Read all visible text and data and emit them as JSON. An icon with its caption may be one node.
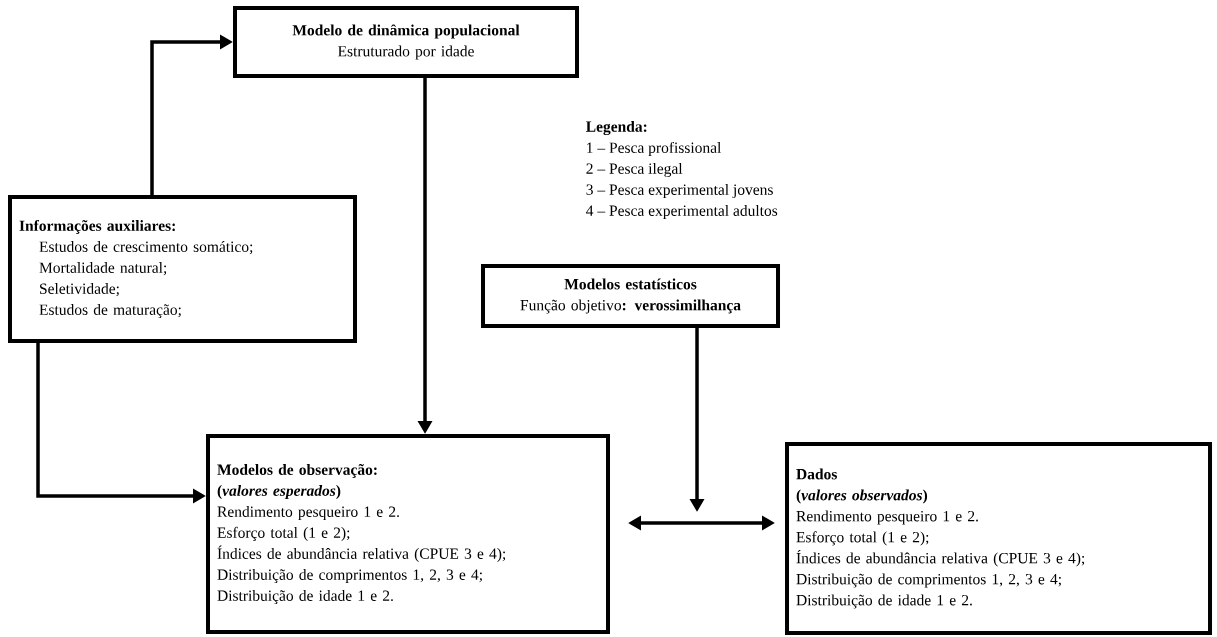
{
  "diagram": {
    "nodes": [
      {
        "text": [
          "Modelo de dinâmica populacional",
          "Estruturado por idade"
        ]
      },
      {
        "text": [
          "Informações auxiliares:",
          "Estudos de crescimento somático;",
          "Mortalidade natural;",
          "Seletividade;",
          "Estudos de maturação;"
        ]
      },
      {
        "text": [
          "Modelos estatísticos",
          "Função objetivo**: verossimilhança**"
        ]
      },
      {
        "text": [
          "Modelos de observação:",
          "(*valores esperados*)",
          "Rendimento pesqueiro 1 e 2.",
          "Esforço total (1 e 2);",
          "Índices de abundância relativa (CPUE 3 e 4);",
          "Distribuição de comprimentos 1, 2, 3 e 4;",
          "Distribuição de idade 1 e 2."
        ]
      },
      {
        "text": [
          "Dados",
          "(*valores observados*)",
          "Rendimento pesqueiro 1 e 2.",
          "Esforço total (1 e 2);",
          "Índices de abundância relativa (CPUE 3 e 4);",
          "Distribuição de comprimentos 1, 2, 3 e 4;",
          "Distribuição de idade 1 e 2."
        ]
      }
    ],
    "edges": [
      {
        "from": 1,
        "to": 0,
        "arrow": "to"
      },
      {
        "from": 0,
        "to": 3,
        "arrow": "to"
      },
      {
        "from": 1,
        "to": 3,
        "arrow": "to"
      },
      {
        "from": 3,
        "to": 4,
        "arrow": "both"
      },
      {
        "from": 2,
        "to": null,
        "arrow": "to"
      }
    ],
    "labels": [
      "Legenda:",
      "1 – Pesca profissional",
      "2 – Pesca ilegal",
      "3 – Pesca experimental jovens",
      "4 – Pesca experimental adultos"
    ]
  }
}
